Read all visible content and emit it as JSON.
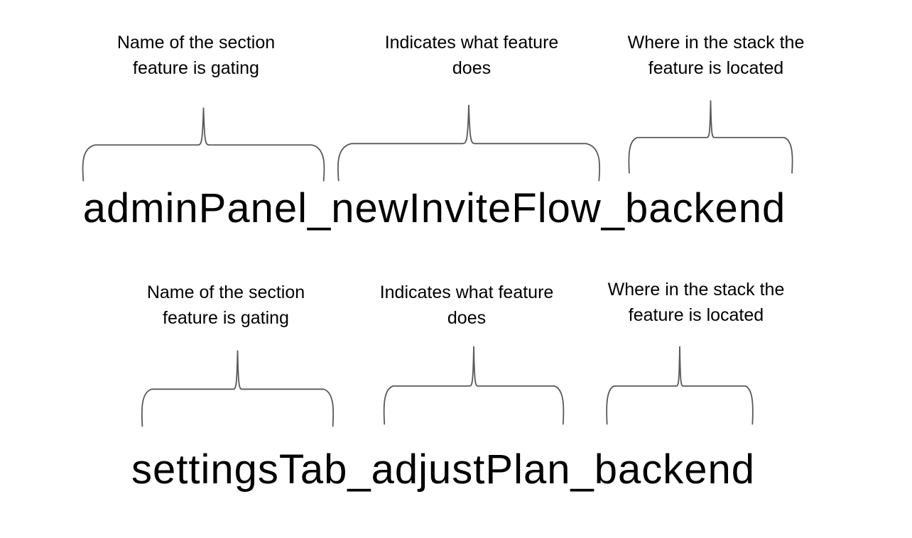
{
  "colors": {
    "background": "#ffffff",
    "text": "#000000",
    "brace": "#595959"
  },
  "groups": [
    {
      "flag_name": "adminPanel_newInviteFlow_backend",
      "annotations": [
        {
          "label": "Name of the section feature is gating",
          "lines": [
            "Name of the section",
            "feature is gating"
          ]
        },
        {
          "label": "Indicates what feature does",
          "lines": [
            "Indicates what feature",
            "does"
          ]
        },
        {
          "label": "Where in the stack the feature is located",
          "lines": [
            "Where in the stack the",
            "feature is located"
          ]
        }
      ]
    },
    {
      "flag_name": "settingsTab_adjustPlan_backend",
      "annotations": [
        {
          "label": "Name of the section feature is gating",
          "lines": [
            "Name of the section",
            "feature is gating"
          ]
        },
        {
          "label": "Indicates what feature does",
          "lines": [
            "Indicates what feature",
            "does"
          ]
        },
        {
          "label": "Where in the stack the feature is located",
          "lines": [
            "Where in the stack the",
            "feature is located"
          ]
        }
      ]
    }
  ]
}
